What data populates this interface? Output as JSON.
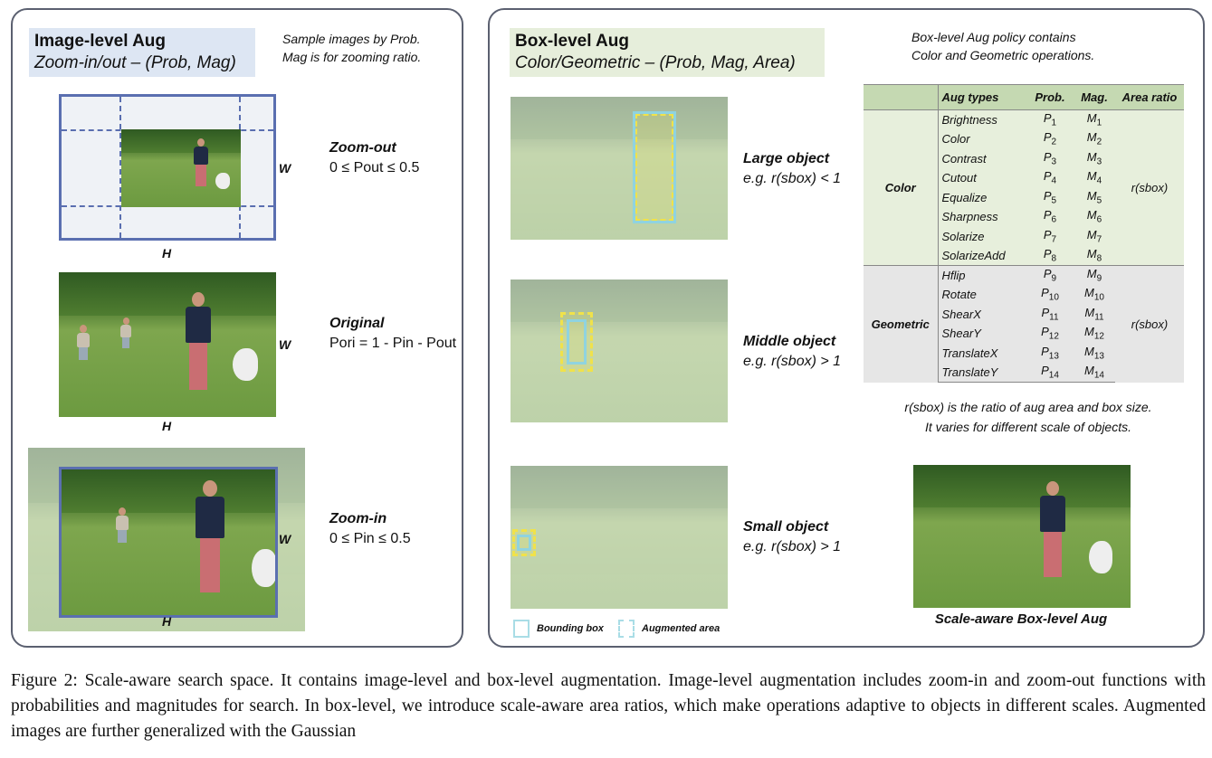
{
  "left_panel": {
    "title": "Image-level Aug",
    "subtitle": "Zoom-in/out – (Prob, Mag)",
    "note_line1": "Sample images by Prob.",
    "note_line2": "Mag is for zooming ratio.",
    "rows": [
      {
        "name": "Zoom-out",
        "formula": "0 ≤ Pout ≤ 0.5",
        "axis_w": "W",
        "axis_h": "H"
      },
      {
        "name": "Original",
        "formula": "Pori = 1 - Pin - Pout",
        "axis_w": "W",
        "axis_h": "H"
      },
      {
        "name": "Zoom-in",
        "formula": "0 ≤ Pin ≤ 0.5",
        "axis_w": "W",
        "axis_h": "H"
      }
    ]
  },
  "right_panel": {
    "title": "Box-level Aug",
    "subtitle": "Color/Geometric – (Prob, Mag, Area)",
    "note_line1": "Box-level Aug policy contains",
    "note_line2": "Color and Geometric operations.",
    "objects": [
      {
        "name": "Large object",
        "rule": "e.g. r(sbox) < 1"
      },
      {
        "name": "Middle object",
        "rule": "e.g. r(sbox) > 1"
      },
      {
        "name": "Small object",
        "rule": "e.g. r(sbox) > 1"
      }
    ],
    "legend_bbox": "Bounding box",
    "legend_aug": "Augmented area",
    "scale_label": "Scale-aware Box-level Aug",
    "area_note_line1": "r(sbox) is the ratio of aug area and box size.",
    "area_note_line2": "It varies for different scale of objects."
  },
  "table": {
    "headers": [
      "",
      "Aug types",
      "Prob.",
      "Mag.",
      "Area ratio"
    ],
    "color_group": "Color",
    "geo_group": "Geometric",
    "area_ratio": "r(sbox)",
    "color_rows": [
      {
        "type": "Brightness",
        "prob": "P",
        "psub": "1",
        "mag": "M",
        "msub": "1"
      },
      {
        "type": "Color",
        "prob": "P",
        "psub": "2",
        "mag": "M",
        "msub": "2"
      },
      {
        "type": "Contrast",
        "prob": "P",
        "psub": "3",
        "mag": "M",
        "msub": "3"
      },
      {
        "type": "Cutout",
        "prob": "P",
        "psub": "4",
        "mag": "M",
        "msub": "4"
      },
      {
        "type": "Equalize",
        "prob": "P",
        "psub": "5",
        "mag": "M",
        "msub": "5"
      },
      {
        "type": "Sharpness",
        "prob": "P",
        "psub": "6",
        "mag": "M",
        "msub": "6"
      },
      {
        "type": "Solarize",
        "prob": "P",
        "psub": "7",
        "mag": "M",
        "msub": "7"
      },
      {
        "type": "SolarizeAdd",
        "prob": "P",
        "psub": "8",
        "mag": "M",
        "msub": "8"
      }
    ],
    "geo_rows": [
      {
        "type": "Hflip",
        "prob": "P",
        "psub": "9",
        "mag": "M",
        "msub": "9"
      },
      {
        "type": "Rotate",
        "prob": "P",
        "psub": "10",
        "mag": "M",
        "msub": "10"
      },
      {
        "type": "ShearX",
        "prob": "P",
        "psub": "11",
        "mag": "M",
        "msub": "11"
      },
      {
        "type": "ShearY",
        "prob": "P",
        "psub": "12",
        "mag": "M",
        "msub": "12"
      },
      {
        "type": "TranslateX",
        "prob": "P",
        "psub": "13",
        "mag": "M",
        "msub": "13"
      },
      {
        "type": "TranslateY",
        "prob": "P",
        "psub": "14",
        "mag": "M",
        "msub": "14"
      }
    ]
  },
  "caption": "Figure 2: Scale-aware search space. It contains image-level and box-level augmentation. Image-level augmentation includes zoom-in and zoom-out functions with probabilities and magnitudes for search. In box-level, we introduce scale-aware area ratios, which make operations adaptive to objects in different scales. Augmented images are further generalized with the Gaussian"
}
